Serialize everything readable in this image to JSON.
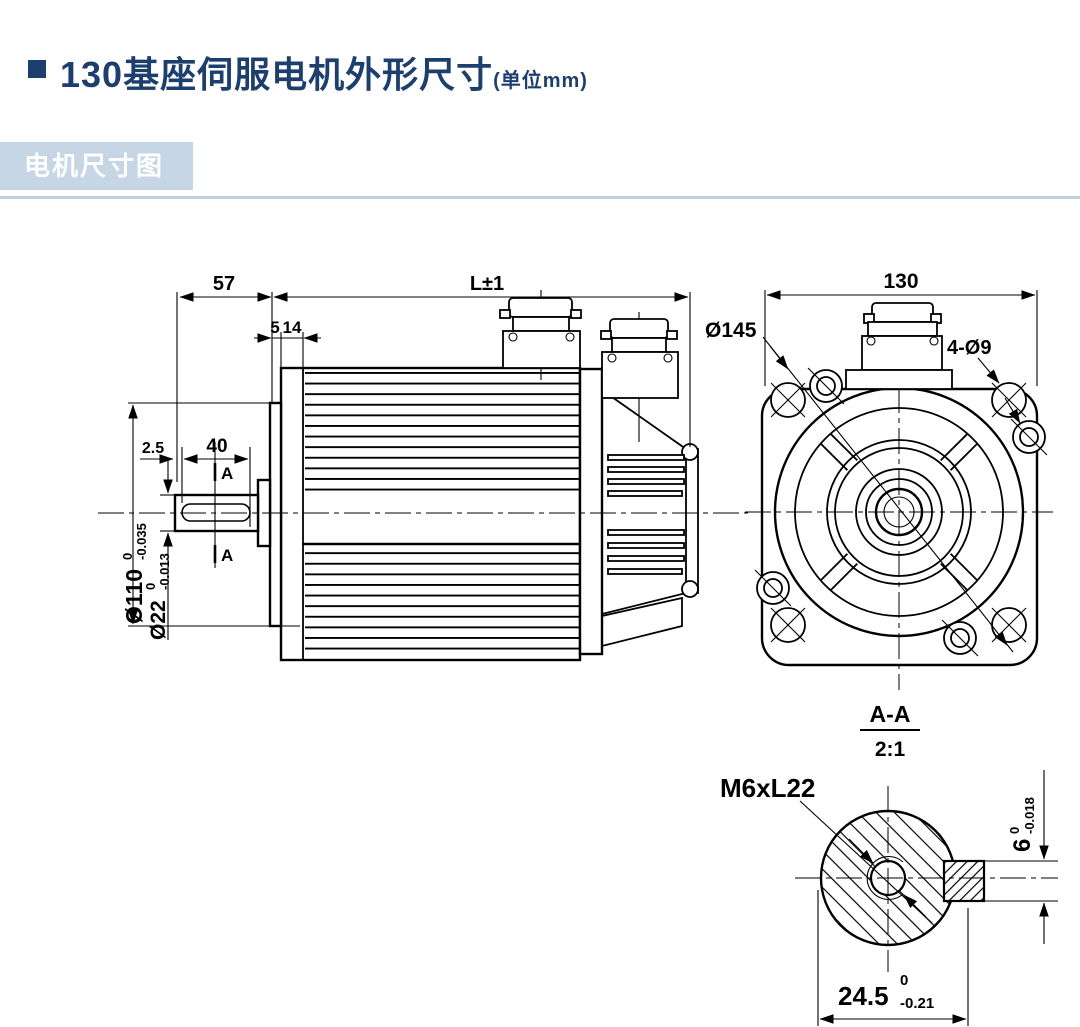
{
  "header": {
    "title": "130基座伺服电机外形尺寸",
    "unit_suffix": "(单位mm)",
    "badge_label": "电机尺寸图",
    "title_color": "#1d3f6e",
    "badge_bg": "#c6d6e4",
    "rule_color": "#bed2e0"
  },
  "side": {
    "d57": "57",
    "d5": "5",
    "d14": "14",
    "dL": "L±1",
    "d25": "2.5",
    "d40": "40",
    "sectionA": "A",
    "d110": {
      "main": "Ø110",
      "sup": "0",
      "sub": "-0.035"
    },
    "d22": {
      "main": "Ø22",
      "sup": "0",
      "sub": "-0.013"
    }
  },
  "front": {
    "d130": "130",
    "d145": "Ø145",
    "d4x9": "4-Ø9"
  },
  "section": {
    "title": "A-A",
    "scale": "2:1",
    "thread": "M6xL22",
    "d6": {
      "main": "6",
      "sup": "0",
      "sub": "-0.018"
    },
    "d245": {
      "main": "24.5",
      "sup": "0",
      "sub": "-0.21"
    }
  }
}
